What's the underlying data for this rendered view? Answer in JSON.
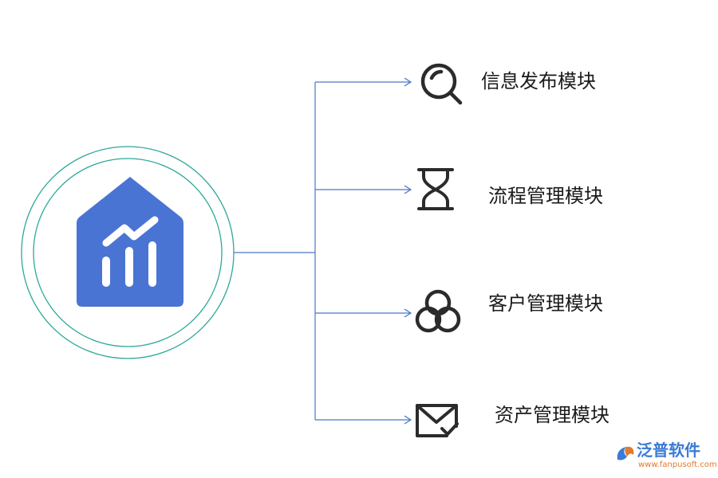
{
  "modules": [
    {
      "label": "信息发布模块",
      "icon": "magnifier-icon"
    },
    {
      "label": "流程管理模块",
      "icon": "hourglass-icon"
    },
    {
      "label": "客户管理模块",
      "icon": "three-circles-icon"
    },
    {
      "label": "资产管理模块",
      "icon": "mail-check-icon"
    }
  ],
  "center": {
    "icon": "house-chart-icon"
  },
  "watermark": {
    "name": "泛普软件",
    "url": "www.fanpusoft.com"
  },
  "colors": {
    "connector": "#4a78c8",
    "icon_stroke": "#2b2b2b",
    "ring": "#2ba89a",
    "house": "#4a74d4",
    "text": "#1a1a1a",
    "watermark_blue": "#3a7bd5",
    "watermark_orange": "#e07a2e"
  }
}
